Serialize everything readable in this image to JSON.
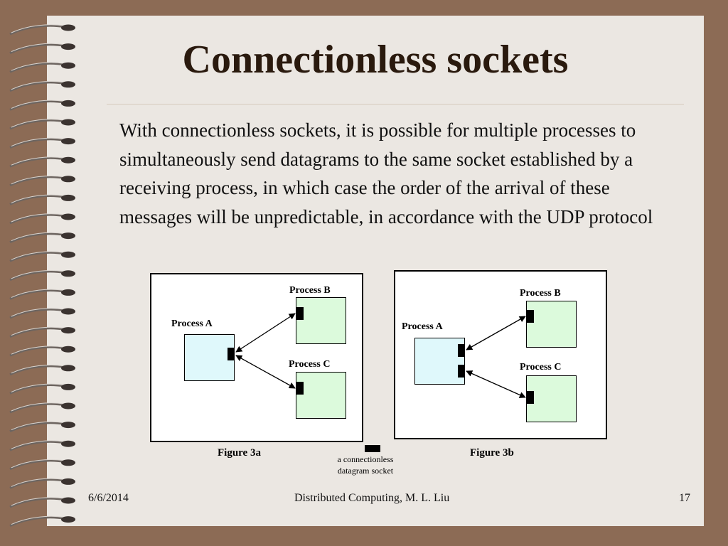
{
  "slide": {
    "title": "Connectionless sockets",
    "body": "With connectionless sockets, it is possible for multiple processes to simultaneously send datagrams to the same socket established by a receiving process, in which case the order of the arrival of these messages will be unpredictable, in accordance with the UDP protocol"
  },
  "figures": {
    "fig3a": {
      "process_a": "Process A",
      "process_b": "Process B",
      "process_c": "Process C",
      "caption": "Figure 3a"
    },
    "fig3b": {
      "process_a": "Process A",
      "process_b": "Process B",
      "process_c": "Process C",
      "caption": "Figure 3b"
    },
    "legend": {
      "line1": "a connectionless",
      "line2": "datagram socket"
    }
  },
  "footer": {
    "date": "6/6/2014",
    "course": "Distributed Computing, M. L. Liu",
    "page": "17"
  },
  "colors": {
    "frame": "#8c6b55",
    "slide_bg": "#ebe7e2",
    "process_a_fill": "#dff8fb",
    "process_bc_fill": "#dcfadc"
  }
}
